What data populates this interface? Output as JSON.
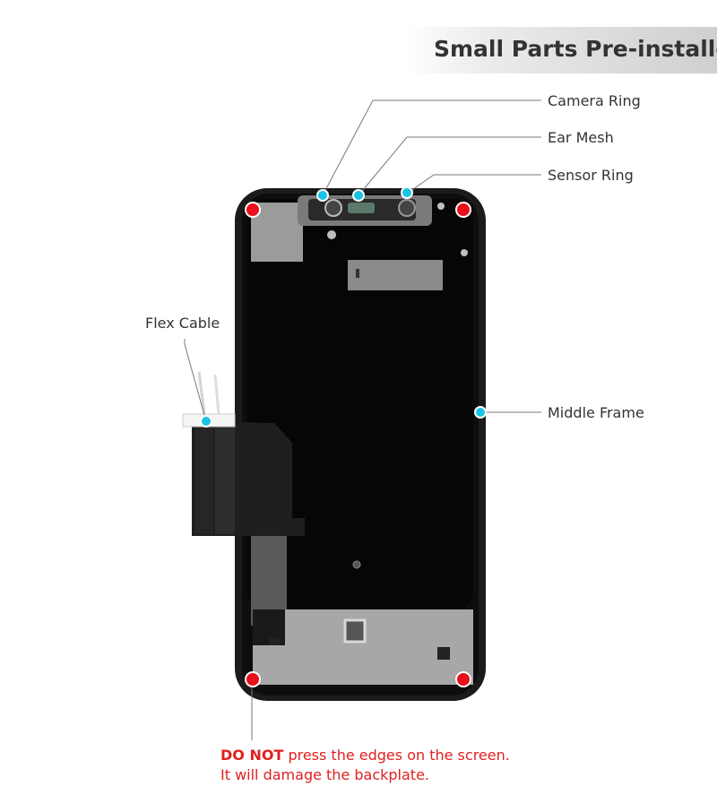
{
  "title": "Small Parts Pre-installed",
  "labels": {
    "camera_ring": "Camera Ring",
    "ear_mesh": "Ear Mesh",
    "sensor_ring": "Sensor Ring",
    "flex_cable": "Flex Cable",
    "middle_frame": "Middle Frame"
  },
  "warning": {
    "bold": "DO NOT",
    "line1_rest": " press the edges on the screen.",
    "line2": "It will damage the backplate."
  },
  "colors": {
    "part_marker": "#19c3e6",
    "warning_marker": "#e8101a",
    "warning_text": "#e02020"
  }
}
